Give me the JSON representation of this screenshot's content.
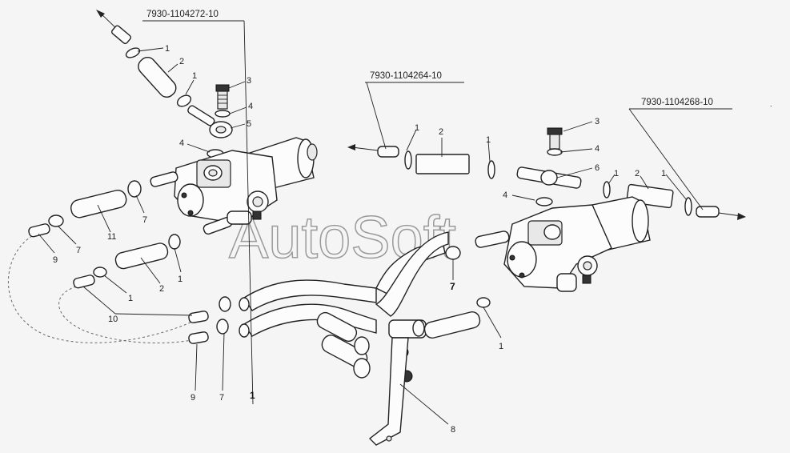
{
  "watermark": "AutoSoft",
  "part_codes": {
    "top_left": "7930-1104272-10",
    "top_middle": "7930-1104264-10",
    "top_right": "7930-1104268-10"
  },
  "callouts": {
    "c1a": "1",
    "c2a": "2",
    "c1b": "1",
    "c3a": "3",
    "c4a": "4",
    "c5a": "5",
    "c4b": "4",
    "c7a": "7",
    "c11": "11",
    "c7b": "7",
    "c9a": "9",
    "c2b": "2",
    "c1c": "1",
    "c1d": "1",
    "c10": "10",
    "c9b": "9",
    "c7c": "7",
    "c1e": "1",
    "m1": "1",
    "m2": "2",
    "m1b": "1",
    "r3": "3",
    "r4": "4",
    "r6": "6",
    "r4b": "4",
    "r1": "1",
    "r2": "2",
    "r1b": "1",
    "r7": "7",
    "r1c": "1",
    "c8": "8"
  }
}
